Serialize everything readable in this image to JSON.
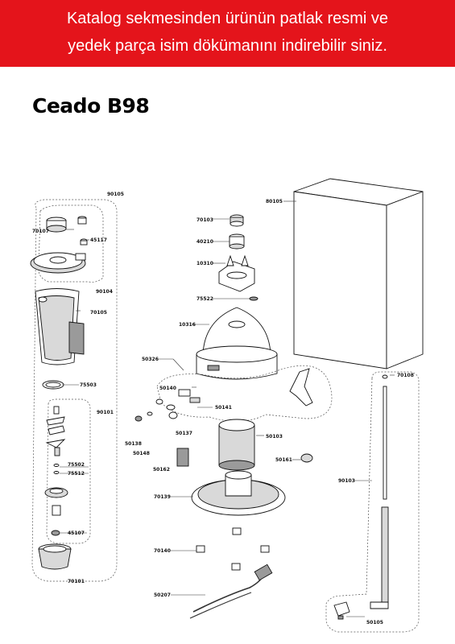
{
  "banner": {
    "line1": "Katalog sekmesinden ürünün patlak resmi ve",
    "line2": "yedek parça isim dökümanını indirebilir siniz."
  },
  "title": "Ceado B98",
  "parts": {
    "p90105": "90105",
    "p70107": "70107",
    "p45117": "45117",
    "p90104": "90104",
    "p70105": "70105",
    "p75503": "75503",
    "p90101": "90101",
    "p75502": "75502",
    "p75512": "75512",
    "p45107": "45107",
    "p70101": "70101",
    "p80105": "80105",
    "p70103": "70103",
    "p40210": "40210",
    "p10310": "10310",
    "p75522": "75522",
    "p10316": "10316",
    "p50326": "50326",
    "p50140": "50140",
    "p50141": "50141",
    "p50138": "50138",
    "p50148": "50148",
    "p50137": "50137",
    "p50103": "50103",
    "p50162": "50162",
    "p50161": "50161",
    "p70139": "70139",
    "p70140": "70140",
    "p50207": "50207",
    "p70108": "70108",
    "p90103": "90103",
    "p50105": "50105"
  }
}
